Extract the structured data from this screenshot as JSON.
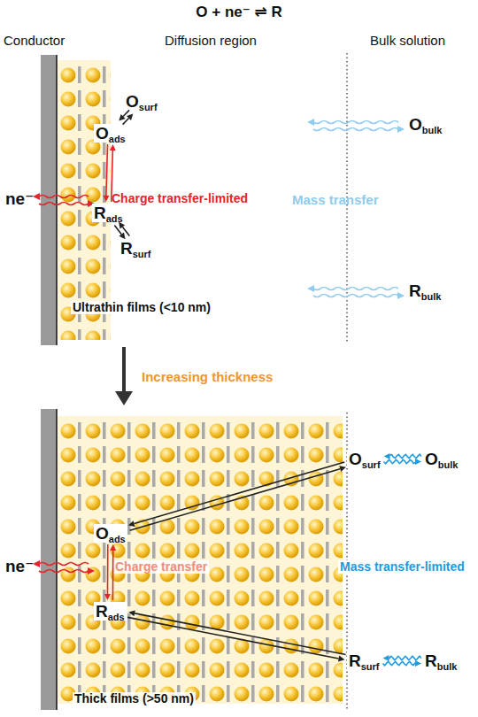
{
  "diagram": {
    "title": "O + ne⁻ ⇌ R",
    "nodes": [
      {
        "text": [
          "O",
          "surf"
        ]
      },
      {
        "text": [
          "O",
          "ads"
        ]
      },
      {
        "text": [
          "R",
          "ads"
        ]
      },
      {
        "text": [
          "R",
          "surf"
        ]
      },
      {
        "text": [
          "O",
          "bulk"
        ]
      },
      {
        "text": [
          "R",
          "bulk"
        ]
      },
      {
        "text": [
          "O",
          "surf"
        ]
      },
      {
        "text": [
          "O",
          "bulk"
        ]
      },
      {
        "text": [
          "O",
          "ads"
        ]
      },
      {
        "text": [
          "R",
          "ads"
        ]
      },
      {
        "text": [
          "R",
          "surf"
        ]
      },
      {
        "text": [
          "R",
          "bulk"
        ]
      }
    ],
    "edges": [
      {
        "from": 0,
        "to": 1,
        "arrow": "both"
      },
      {
        "from": 1,
        "to": 2,
        "arrow": "both"
      },
      {
        "from": 2,
        "to": 3,
        "arrow": "both"
      },
      {
        "from": 6,
        "to": 8,
        "arrow": "both"
      },
      {
        "from": 8,
        "to": 9,
        "arrow": "both"
      },
      {
        "from": 9,
        "to": 10,
        "arrow": "both"
      },
      {
        "from": 7,
        "to": 6,
        "arrow": "both"
      },
      {
        "from": 11,
        "to": 10,
        "arrow": "both"
      }
    ],
    "labels": [
      "Conductor",
      "Diffusion region",
      "Bulk solution",
      "ne⁻",
      "Charge transfer-limited",
      "Mass transfer",
      "Ultrathin films (<10 nm)",
      "Increasing thickness",
      "ne⁻",
      "Charge transfer",
      "Mass transfer-limited",
      "Thick films (>50 nm)"
    ]
  }
}
